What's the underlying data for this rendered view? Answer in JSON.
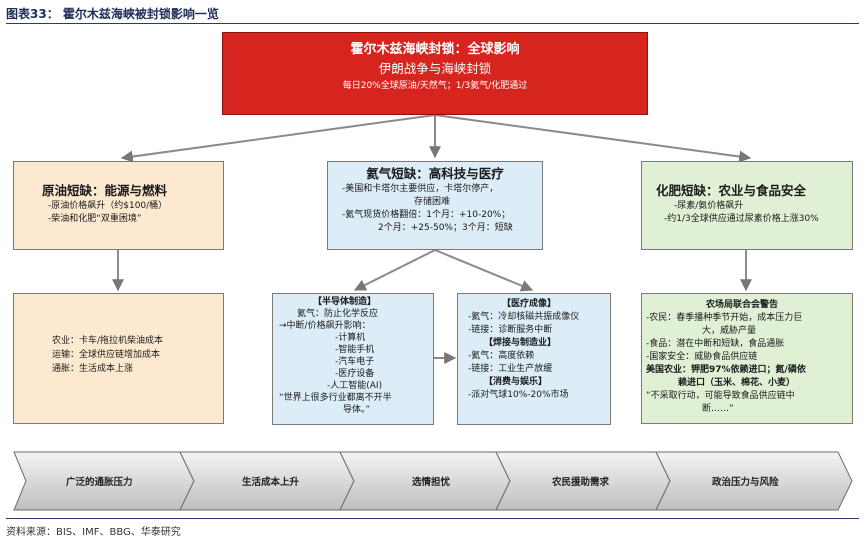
{
  "figure": {
    "title": "图表33：  霍尔木兹海峡被封锁影响一览",
    "source": "资料来源：BIS、IMF、BBG、华泰研究"
  },
  "top": {
    "line1": "霍尔木兹海峡封锁：全球影响",
    "line2": "伊朗战争与海峡封锁",
    "line3": "每日20%全球原油/天然气；1/3氦气/化肥通过"
  },
  "oil": {
    "header": "原油短缺：能源与燃料",
    "lines": [
      "-原油价格飙升（约$100/桶）",
      "-柴油和化肥“双重困境”"
    ]
  },
  "helium": {
    "header": "氦气短缺：高科技与医疗",
    "lines": [
      "-美国和卡塔尔主要供应，卡塔尔停产，",
      "存储困难",
      "-氦气现货价格翻倍：1个月：+10-20%；",
      "2个月：+25-50%；3个月：短缺"
    ]
  },
  "fert": {
    "header": "化肥短缺：农业与食品安全",
    "lines": [
      "-尿素/氨价格飙升",
      "-约1/3全球供应通过尿素价格上涨30%"
    ]
  },
  "oil_detail": {
    "lines": [
      "农业：卡车/拖拉机柴油成本",
      "运输：全球供应链增加成本",
      "通胀：生活成本上涨"
    ]
  },
  "semi": {
    "lines": [
      "【半导体制造】",
      "氦气：防止化学反应",
      "→中断/价格飙升影响：",
      "-计算机",
      "-智能手机",
      "-汽车电子",
      "-医疗设备",
      "-人工智能(AI)",
      "“世界上很多行业都离不开半",
      "导体。”"
    ]
  },
  "medical": {
    "lines": [
      "【医疗成像】",
      "-氦气：冷却核磁共振成像仪",
      "-链接：诊断服务中断",
      "【焊接与制造业】",
      "-氦气：高度依赖",
      "-链接：工业生产放缓",
      "【消费与娱乐】",
      "-派对气球10%-20%市场"
    ]
  },
  "farm": {
    "lines": [
      "农场局联合会警告",
      "-农民：春季播种季节开始，成本压力巨",
      "大，威胁产量",
      "-食品：潜在中断和短缺，食品通胀",
      "-国家安全：威胁食品供应链",
      "美国农业：钾肥97%依赖进口；氮/磷依",
      "赖进口（玉米、棉花、小麦）",
      "“不采取行动，可能导致食品供应链中",
      "断……”"
    ]
  },
  "funnel": {
    "stages": [
      "广泛的通胀压力",
      "生活成本上升",
      "选情担忧",
      "农民援助需求",
      "政治压力与风险"
    ]
  }
}
